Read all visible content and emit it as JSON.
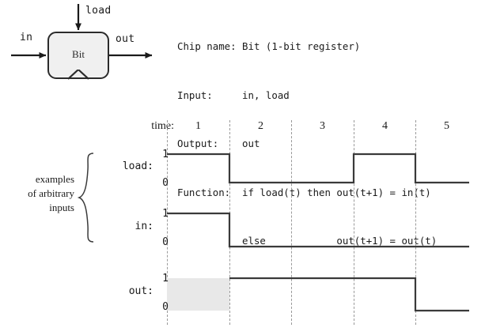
{
  "chip": {
    "box_label": "Bit",
    "input_left_label": "in",
    "input_top_label": "load",
    "output_label": "out",
    "fill_color": "#f0f0f0",
    "border_color": "#2b2b2b"
  },
  "spec": {
    "lines": [
      "Chip name: Bit (1-bit register)",
      "Input:     in, load",
      "Output:    out",
      "Function:  if load(t) then out(t+1) = in(t)",
      "           else            out(t+1) = out(t)"
    ],
    "chip_name_key": "Chip name:",
    "chip_name_value": "Bit (1-bit register)",
    "input_key": "Input:",
    "input_value": "in, load",
    "output_key": "Output:",
    "output_value": "out",
    "function_key": "Function:",
    "function_value_1": "if load(t) then out(t+1) = in(t)",
    "function_value_2": "else            out(t+1) = out(t)"
  },
  "timing": {
    "time_label": "time:",
    "time_ticks": [
      "1",
      "2",
      "3",
      "4",
      "5"
    ],
    "bracket_note": "examples\nof arbitrary\ninputs",
    "bracket_note_lines": [
      "examples",
      "of arbitrary",
      "inputs"
    ],
    "level_high": "1",
    "level_low": "0",
    "shade_color": "#e8e8e8",
    "grid_color": "#9a9a9a",
    "wave_color": "#3a3a3a",
    "signals": [
      {
        "name": "load:",
        "label": "load:",
        "values": [
          1,
          0,
          0,
          1,
          0
        ],
        "high_label": "1",
        "low_label": "0"
      },
      {
        "name": "in:",
        "label": "in:",
        "values": [
          1,
          0,
          0,
          0,
          0
        ],
        "high_label": "1",
        "low_label": "0"
      },
      {
        "name": "out:",
        "label": "out:",
        "values": [
          null,
          1,
          1,
          1,
          0
        ],
        "high_label": "1",
        "low_label": "0",
        "undefined_at_time": "1"
      }
    ]
  },
  "chart_data": {
    "type": "line",
    "title": "Bit (1-bit register) timing diagram",
    "xlabel": "time:",
    "categories": [
      "1",
      "2",
      "3",
      "4",
      "5"
    ],
    "series": [
      {
        "name": "load",
        "values": [
          1,
          0,
          0,
          1,
          0
        ]
      },
      {
        "name": "in",
        "values": [
          1,
          0,
          0,
          0,
          0
        ]
      },
      {
        "name": "out",
        "values": [
          null,
          1,
          1,
          1,
          0
        ]
      }
    ],
    "ylim": [
      0,
      1
    ],
    "notes": "out at time 1 is undefined (shaded gray)"
  }
}
